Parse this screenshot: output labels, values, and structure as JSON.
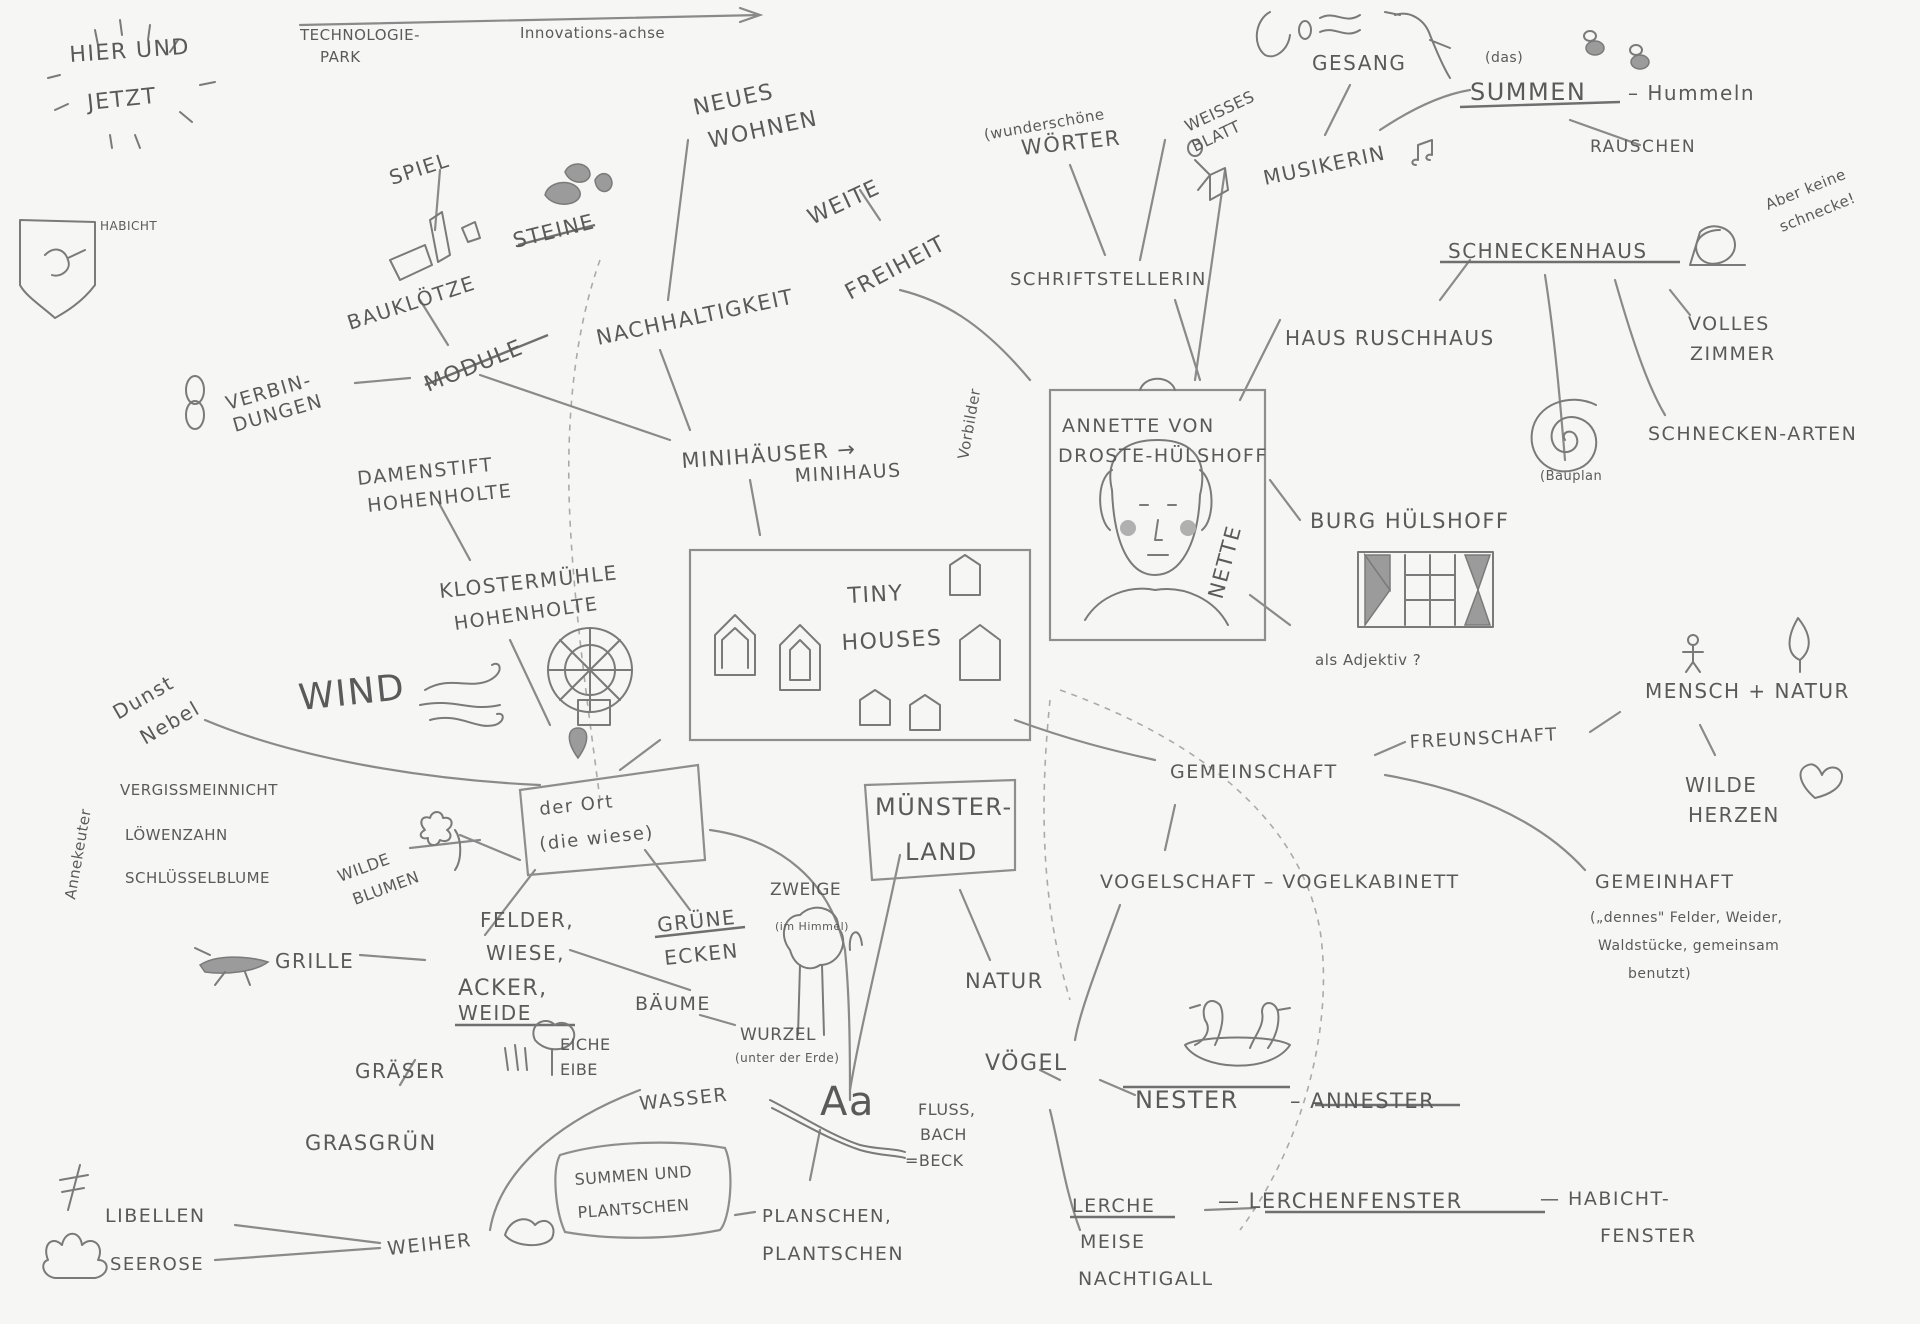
{
  "labels": [
    {
      "id": "hier-und",
      "text": "HIER UND",
      "x": 0,
      "y": 0
    },
    {
      "id": "jetzt",
      "text": "JETZT"
    },
    {
      "id": "technologie",
      "text": "TECHNOLOGIE-"
    },
    {
      "id": "park",
      "text": "PARK"
    },
    {
      "id": "innovations",
      "text": "Innovations-achse"
    },
    {
      "id": "habicht-small",
      "text": "HABICHT"
    },
    {
      "id": "neues",
      "text": "NEUES"
    },
    {
      "id": "wohnen",
      "text": "WOHNEN"
    },
    {
      "id": "spiel",
      "text": "SPIEL"
    },
    {
      "id": "bauklotze",
      "text": "BAUKLÖTZE"
    },
    {
      "id": "steine",
      "text": "STEINE"
    },
    {
      "id": "weite",
      "text": "WEITE"
    },
    {
      "id": "freiheit",
      "text": "FREIHEIT"
    },
    {
      "id": "nachhaltigkeit",
      "text": "NACHHALTIGKEIT"
    },
    {
      "id": "module",
      "text": "MODULE"
    },
    {
      "id": "verbin",
      "text": "VERBIN-"
    },
    {
      "id": "dungen",
      "text": "DUNGEN"
    },
    {
      "id": "minihauser",
      "text": "MINIHÄUSER →"
    },
    {
      "id": "minihaus",
      "text": "MINIHAUS"
    },
    {
      "id": "damenstift",
      "text": "DAMENSTIFT"
    },
    {
      "id": "hohenholte1",
      "text": "HOHENHOLTE"
    },
    {
      "id": "klostermuhle",
      "text": "KLOSTERMÜHLE"
    },
    {
      "id": "hohenholte2",
      "text": "HOHENHOLTE"
    },
    {
      "id": "tiny",
      "text": "TINY"
    },
    {
      "id": "houses",
      "text": "HOUSES"
    },
    {
      "id": "wunderschone",
      "text": "(wunderschöne"
    },
    {
      "id": "worter",
      "text": "WÖRTER"
    },
    {
      "id": "weisses",
      "text": "WEISSES"
    },
    {
      "id": "blatt",
      "text": "BLATT"
    },
    {
      "id": "schriftstellerin",
      "text": "SCHRIFTSTELLERIN"
    },
    {
      "id": "gesang",
      "text": "GESANG"
    },
    {
      "id": "musikerin",
      "text": "MUSIKERIN"
    },
    {
      "id": "das",
      "text": "(das)"
    },
    {
      "id": "summen",
      "text": "SUMMEN"
    },
    {
      "id": "hummeln",
      "text": "– Hummeln"
    },
    {
      "id": "rauschen",
      "text": "RAUSCHEN"
    },
    {
      "id": "schneckenhaus",
      "text": "SCHNECKENHAUS"
    },
    {
      "id": "aber-1",
      "text": "Aber keine"
    },
    {
      "id": "aber-2",
      "text": "schnecke!"
    },
    {
      "id": "haus-ruschhaus",
      "text": "HAUS RUSCHHAUS"
    },
    {
      "id": "volles",
      "text": "VOLLES"
    },
    {
      "id": "zimmer",
      "text": "ZIMMER"
    },
    {
      "id": "schnecken-arten",
      "text": "SCHNECKEN-ARTEN"
    },
    {
      "id": "bauplan",
      "text": "(Bauplan"
    },
    {
      "id": "annette",
      "text": "ANNETTE VON"
    },
    {
      "id": "droste",
      "text": "DROSTE-HÜLSHOFF"
    },
    {
      "id": "nette",
      "text": "NETTE"
    },
    {
      "id": "burg",
      "text": "BURG HÜLSHOFF"
    },
    {
      "id": "adjektiv",
      "text": "als Adjektiv ?"
    },
    {
      "id": "vorbilder",
      "text": "Vorbilder"
    },
    {
      "id": "dunst",
      "text": "Dunst"
    },
    {
      "id": "nebel",
      "text": "Nebel"
    },
    {
      "id": "wind",
      "text": "WIND"
    },
    {
      "id": "der-ort",
      "text": "der Ort"
    },
    {
      "id": "die-wiese",
      "text": "(die wiese)"
    },
    {
      "id": "munster",
      "text": "MÜNSTER-"
    },
    {
      "id": "land",
      "text": "LAND"
    },
    {
      "id": "annekeuter",
      "text": "Annekeuter"
    },
    {
      "id": "vergiss",
      "text": "VERGISSMEINNICHT"
    },
    {
      "id": "lowen",
      "text": "LÖWENZAHN"
    },
    {
      "id": "schlussel",
      "text": "SCHLÜSSELBLUME"
    },
    {
      "id": "wilde-b",
      "text": "WILDE"
    },
    {
      "id": "blumen",
      "text": "BLUMEN"
    },
    {
      "id": "felder",
      "text": "FELDER,"
    },
    {
      "id": "wiese",
      "text": "WIESE,"
    },
    {
      "id": "acker",
      "text": "ACKER,"
    },
    {
      "id": "weide",
      "text": "WEIDE"
    },
    {
      "id": "grune",
      "text": "GRÜNE"
    },
    {
      "id": "ecken",
      "text": "ECKEN"
    },
    {
      "id": "zweige",
      "text": "ZWEIGE"
    },
    {
      "id": "im-himmel",
      "text": "(im Himmel)"
    },
    {
      "id": "baume",
      "text": "BÄUME"
    },
    {
      "id": "wurzel",
      "text": "WURZEL"
    },
    {
      "id": "unter-erde",
      "text": "(unter der Erde)"
    },
    {
      "id": "eiche",
      "text": "EICHE"
    },
    {
      "id": "eibe",
      "text": "EIBE"
    },
    {
      "id": "grille",
      "text": "GRILLE"
    },
    {
      "id": "graser",
      "text": "GRÄSER"
    },
    {
      "id": "grasgrun",
      "text": "GRASGRÜN"
    },
    {
      "id": "wasser",
      "text": "WASSER"
    },
    {
      "id": "aa",
      "text": "Aa"
    },
    {
      "id": "fluss",
      "text": "FLUSS,"
    },
    {
      "id": "bach",
      "text": "BACH"
    },
    {
      "id": "beck",
      "text": "=BECK"
    },
    {
      "id": "summen-und",
      "text": "SUMMEN UND"
    },
    {
      "id": "plantschen-b",
      "text": "PLANTSCHEN"
    },
    {
      "id": "planschen",
      "text": "PLANSCHEN,"
    },
    {
      "id": "plantschen",
      "text": "PLANTSCHEN"
    },
    {
      "id": "libellen",
      "text": "LIBELLEN"
    },
    {
      "id": "seerose",
      "text": "SEEROSE"
    },
    {
      "id": "weiher",
      "text": "WEIHER"
    },
    {
      "id": "gemeinschaft",
      "text": "GEMEINSCHAFT"
    },
    {
      "id": "freunschaft",
      "text": "FREUNSCHAFT"
    },
    {
      "id": "mensch-natur",
      "text": "MENSCH + NATUR"
    },
    {
      "id": "wilde-h",
      "text": "WILDE"
    },
    {
      "id": "herzen",
      "text": "HERZEN"
    },
    {
      "id": "vogelschaft",
      "text": "VOGELSCHAFT – VOGELKABINETT"
    },
    {
      "id": "gemeinhaft",
      "text": "GEMEINHAFT"
    },
    {
      "id": "gemeinhaft-d1",
      "text": "(„dennes\" Felder, Weider,"
    },
    {
      "id": "gemeinhaft-d2",
      "text": "Waldstücke, gemeinsam"
    },
    {
      "id": "gemeinhaft-d3",
      "text": "benutzt)"
    },
    {
      "id": "natur",
      "text": "NATUR"
    },
    {
      "id": "vogel",
      "text": "VÖGEL"
    },
    {
      "id": "nester",
      "text": "NESTER"
    },
    {
      "id": "annester",
      "text": "– ANNESTER"
    },
    {
      "id": "lerche",
      "text": "LERCHE"
    },
    {
      "id": "meise",
      "text": "MEISE"
    },
    {
      "id": "nachtigall",
      "text": "NACHTIGALL"
    },
    {
      "id": "lerchenfenster",
      "text": "— LERCHENFENSTER"
    },
    {
      "id": "habicht-fenster-1",
      "text": "— HABICHT-"
    },
    {
      "id": "habicht-fenster-2",
      "text": "FENSTER"
    }
  ]
}
